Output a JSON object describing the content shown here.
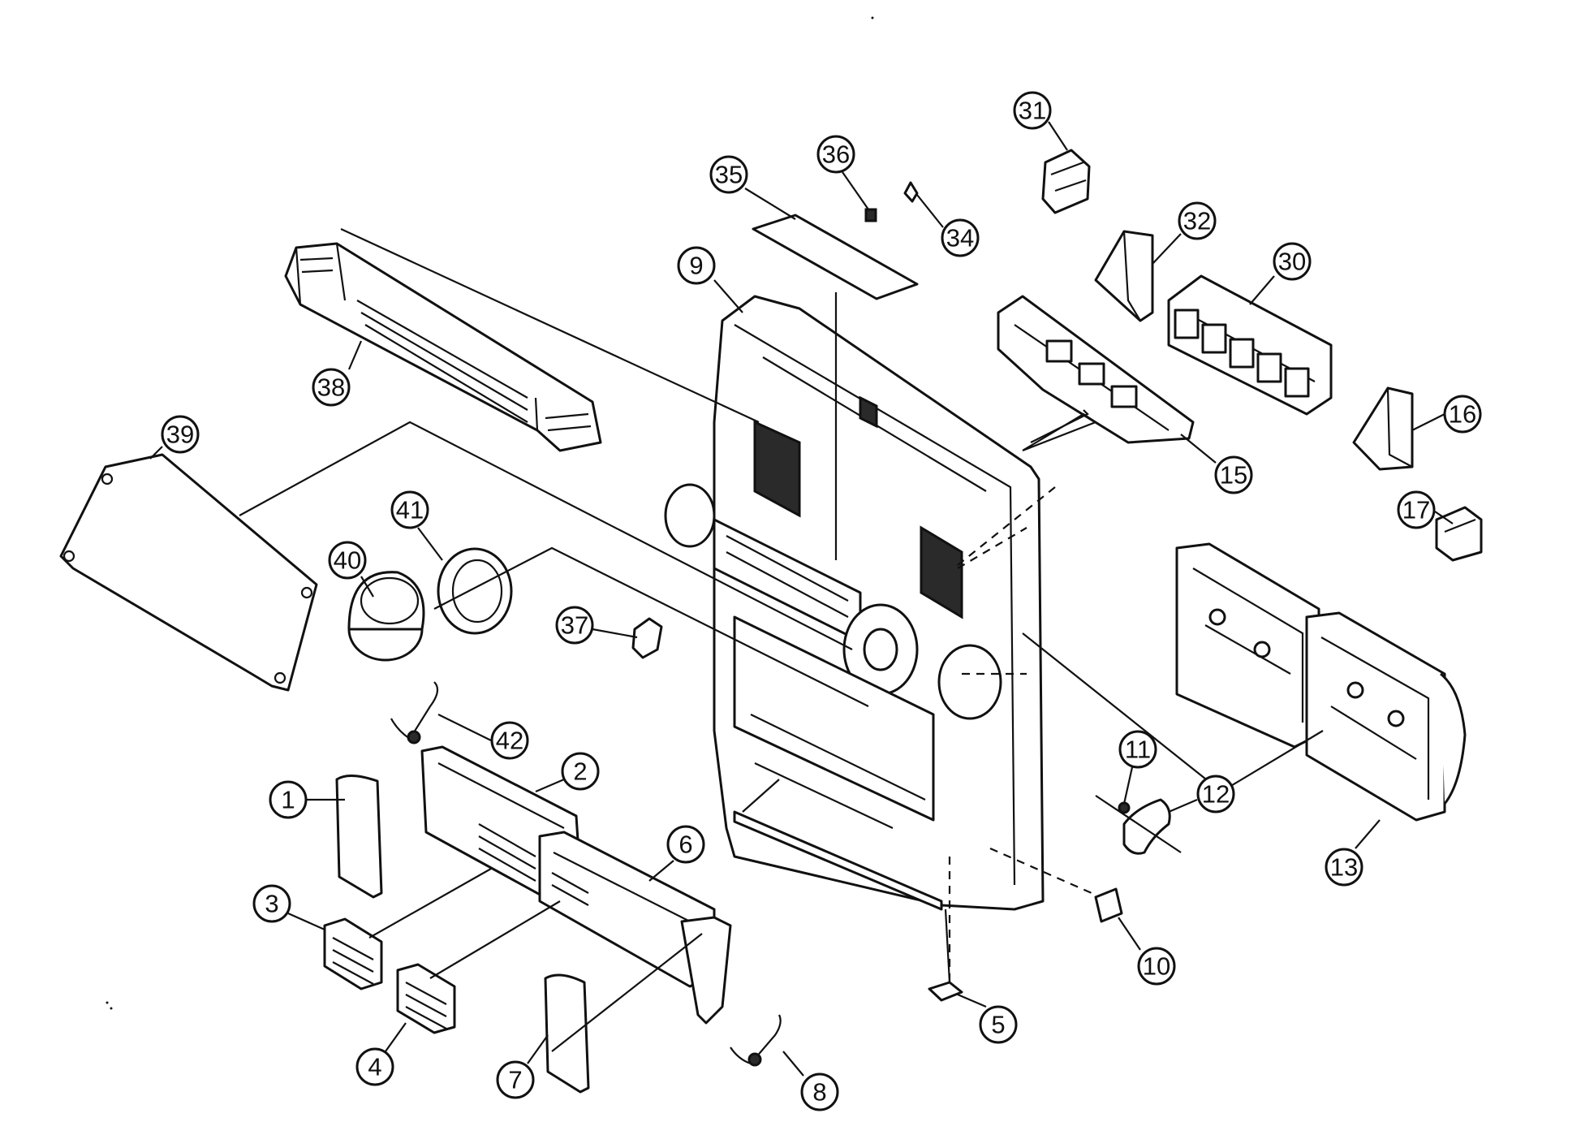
{
  "callouts": [
    {
      "label": "1",
      "part": "part-1"
    },
    {
      "label": "2",
      "part": "part-2"
    },
    {
      "label": "3",
      "part": "part-3"
    },
    {
      "label": "4",
      "part": "part-4"
    },
    {
      "label": "5",
      "part": "part-5"
    },
    {
      "label": "6",
      "part": "part-6"
    },
    {
      "label": "7",
      "part": "part-7"
    },
    {
      "label": "8",
      "part": "part-8"
    },
    {
      "label": "9",
      "part": "part-9"
    },
    {
      "label": "10",
      "part": "part-10"
    },
    {
      "label": "11",
      "part": "part-11"
    },
    {
      "label": "12",
      "part": "part-12"
    },
    {
      "label": "13",
      "part": "part-13"
    },
    {
      "label": "15",
      "part": "part-15"
    },
    {
      "label": "16",
      "part": "part-16"
    },
    {
      "label": "17",
      "part": "part-17"
    },
    {
      "label": "30",
      "part": "part-30"
    },
    {
      "label": "31",
      "part": "part-31"
    },
    {
      "label": "32",
      "part": "part-32"
    },
    {
      "label": "34",
      "part": "part-34"
    },
    {
      "label": "35",
      "part": "part-35"
    },
    {
      "label": "36",
      "part": "part-36"
    },
    {
      "label": "37",
      "part": "part-37"
    },
    {
      "label": "38",
      "part": "part-38"
    },
    {
      "label": "39",
      "part": "part-39"
    },
    {
      "label": "40",
      "part": "part-40"
    },
    {
      "label": "41",
      "part": "part-41"
    },
    {
      "label": "42",
      "part": "part-42"
    }
  ]
}
